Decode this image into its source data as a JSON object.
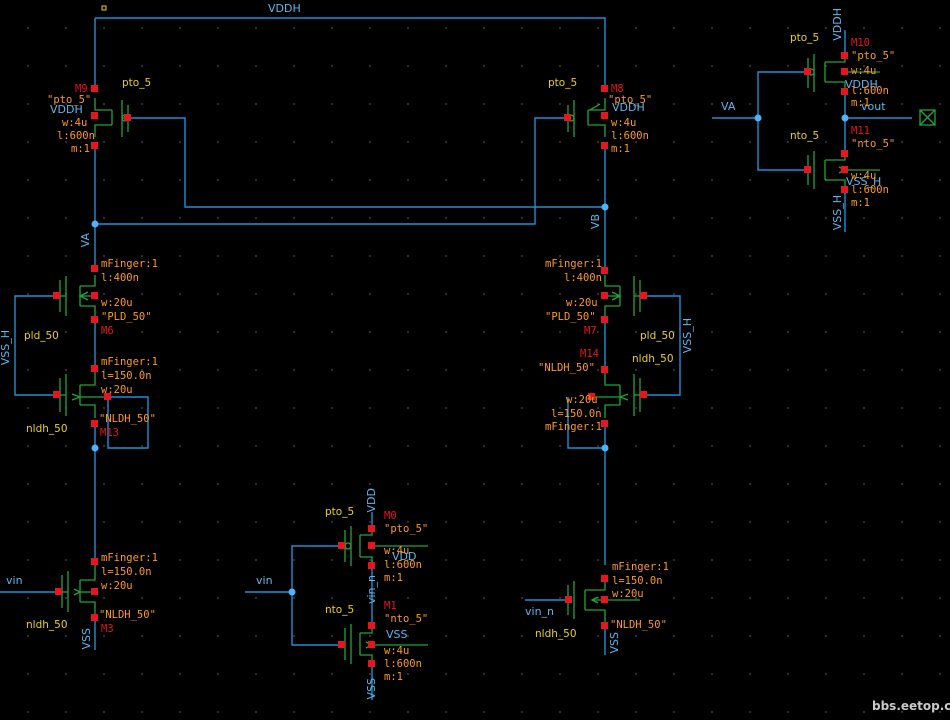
{
  "nets": {
    "vddh_top": "VDDH",
    "va": "VA",
    "vb": "VB",
    "vss_h_left": "VSS_H",
    "vss_h_right": "VSS_H",
    "vin_left": "vin",
    "vss_left": "VSS",
    "vin_mid": "vin",
    "vdd_mid": "VDD",
    "vin_n_mid": "vin_n",
    "vdd_mid_pin": "VDD",
    "vss_mid_pin": "VSS",
    "vss_mid_bottom": "VSS",
    "vin_n_right": "vin_n",
    "vss_right": "VSS",
    "va_inv": "VA",
    "vout": "vout",
    "vddh_inv_top": "VDDH",
    "vddh_inv_pin": "VDDH",
    "vss_h_inv": "VSS_H",
    "vss_h_inv_bottom": "VSS_H"
  },
  "devices": {
    "m9": {
      "name": "M9",
      "cell": "pto_5",
      "model": "\"pto_5\"",
      "bulk": "VDDH",
      "w": "w:4u",
      "l": "l:600n",
      "m": "m:1"
    },
    "m8": {
      "name": "M8",
      "cell": "pto_5",
      "model": "\"pto_5\"",
      "bulk": "VDDH",
      "w": "w:4u",
      "l": "l:600n",
      "m": "m:1"
    },
    "m6": {
      "name": "M6",
      "cell": "pld_50",
      "model": "\"PLD_50\"",
      "finger": "mFinger:1",
      "l": "l:400n",
      "w": "w:20u"
    },
    "m7": {
      "name": "M7",
      "cell": "pld_50",
      "model": "\"PLD_50\"",
      "finger": "mFinger:1",
      "l": "l:400n",
      "w": "w:20u"
    },
    "m13": {
      "name": "M13",
      "cell": "nldh_50",
      "model": "\"NLDH_50\"",
      "finger": "mFinger:1",
      "l": "l=150.0n",
      "w": "w:20u"
    },
    "m14": {
      "name": "M14",
      "cell": "nldh_50",
      "model": "\"NLDH_50\"",
      "finger": "mFinger:1",
      "l": "l=150.0n",
      "w": "w:20u"
    },
    "m3": {
      "name": "M3",
      "cell": "nldh_50",
      "model": "\"NLDH_50\"",
      "finger": "mFinger:1",
      "l": "l=150.0n",
      "w": "w:20u"
    },
    "m0": {
      "name": "M0",
      "cell": "pto_5",
      "model": "\"pto_5\"",
      "w": "w:4u",
      "l": "l:600n",
      "m": "m:1"
    },
    "m1": {
      "name": "M1",
      "cell": "nto_5",
      "model": "\"nto_5\"",
      "w": "w:4u",
      "l": "l:600n",
      "m": "m:1"
    },
    "m2": {
      "cell": "nldh_50",
      "model": "\"NLDH_50\"",
      "finger": "mFinger:1",
      "l": "l=150.0n",
      "w": "w:20u"
    },
    "m10": {
      "name": "M10",
      "cell": "pto_5",
      "model": "\"pto_5\"",
      "w": "w:4u",
      "l": "l:600n",
      "m": "m:1"
    },
    "m11": {
      "name": "M11",
      "cell": "nto_5",
      "model": "\"nto_5\"",
      "w": "w:4u",
      "l": "l:600n",
      "m": "m:1"
    }
  },
  "watermark": "bbs.eetop.cn",
  "colors": {
    "background": "#000000",
    "wire": "#1e8fd6",
    "device": "#1fa53d",
    "pin": "#e8141e",
    "net_label": "#5cb8f0",
    "cell_label": "#e8d21a",
    "param": "#ff9a1f"
  }
}
